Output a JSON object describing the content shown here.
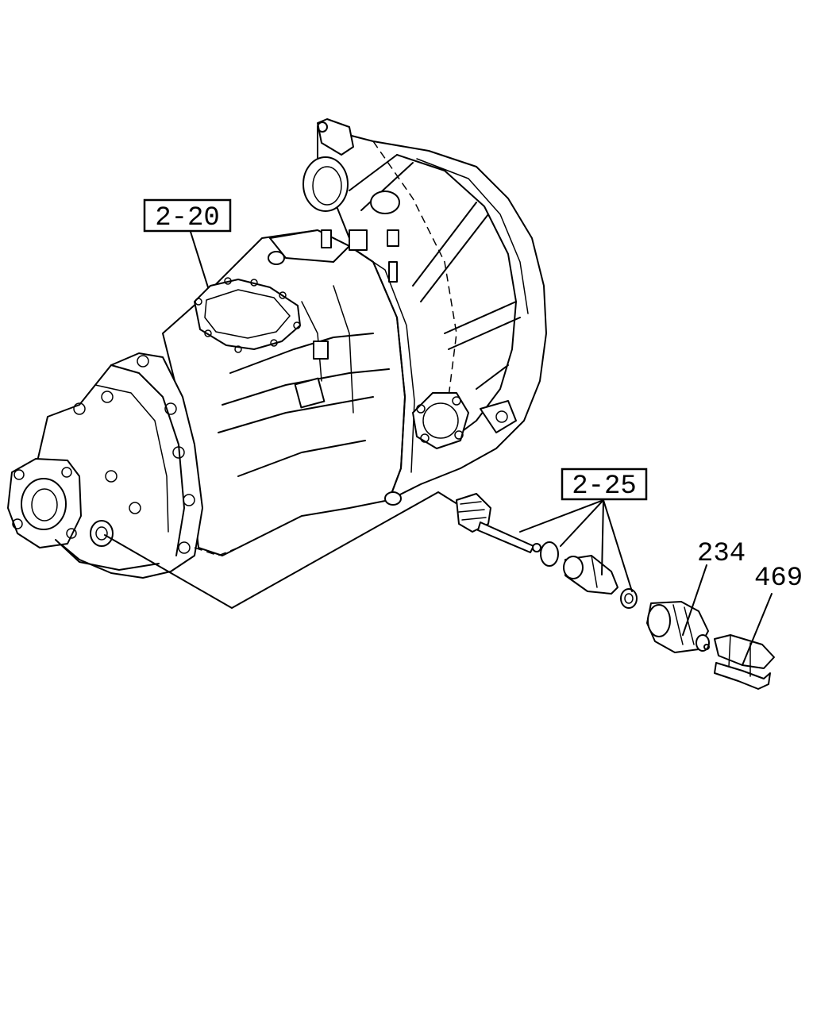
{
  "callouts": {
    "transmission_ref": "2-20",
    "speedometer_drive_ref": "2-25"
  },
  "parts": {
    "sensor_number": "234",
    "bracket_number": "469"
  }
}
